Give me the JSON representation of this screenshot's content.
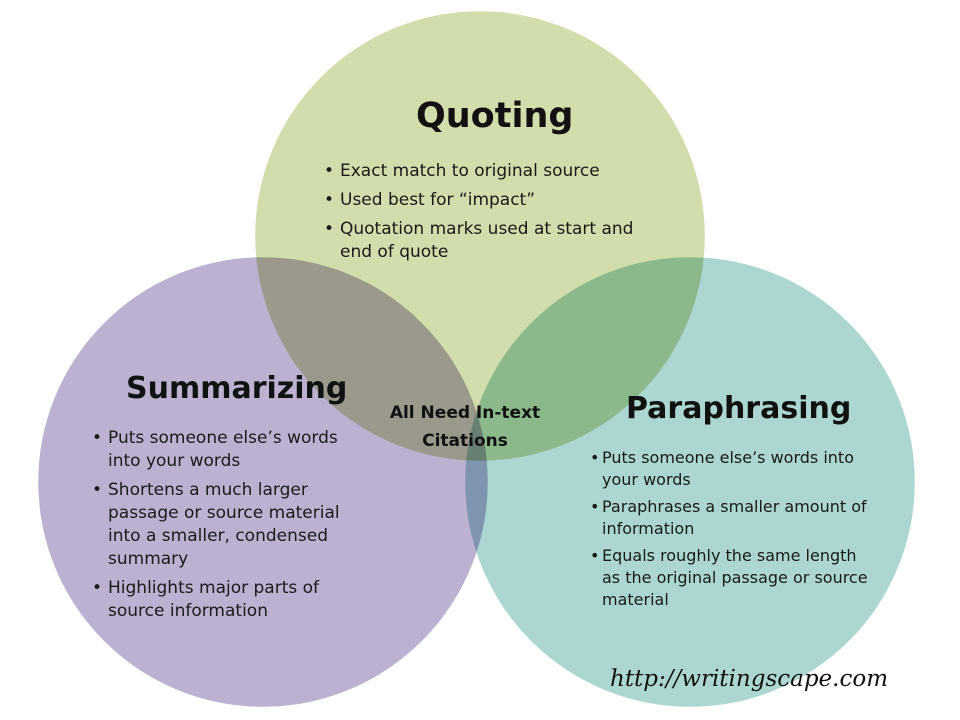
{
  "diagram": {
    "type": "venn",
    "center_label": "All Need In-text Citations",
    "source_url": "http://writingscape.com",
    "colors": {
      "quoting": "#d1ddaa",
      "summarizing": "#bdb1d2",
      "paraphrasing": "#abd6d2",
      "outline": "#ffffff",
      "text": "#111111"
    },
    "circles": {
      "quoting": {
        "title": "Quoting",
        "bullets": [
          "Exact match to original source",
          "Used best for “impact”",
          "Quotation marks used at start and end of quote"
        ]
      },
      "summarizing": {
        "title": "Summarizing",
        "bullets": [
          "Puts someone else’s words into your words",
          "Shortens a much larger passage or source material into a smaller, condensed summary",
          "Highlights major parts of source information"
        ]
      },
      "paraphrasing": {
        "title": "Paraphrasing",
        "bullets": [
          "Puts someone else’s words into your words",
          "Paraphrases a smaller amount of information",
          "Equals roughly the same length as the original passage or source  material"
        ]
      }
    }
  }
}
